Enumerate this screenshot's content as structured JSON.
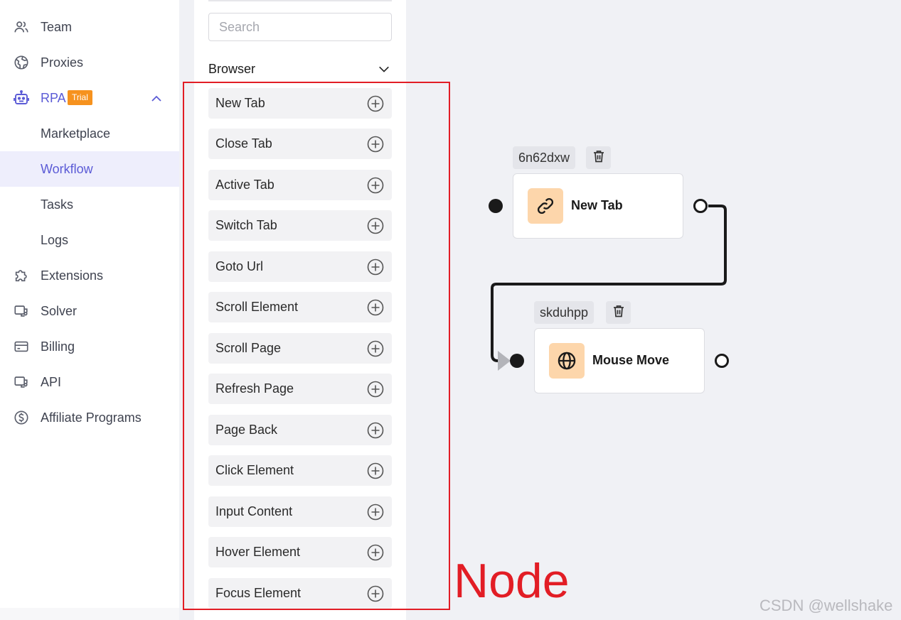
{
  "sidebar": {
    "items": [
      {
        "label": "Team",
        "icon": "users-icon"
      },
      {
        "label": "Proxies",
        "icon": "globe-icon"
      },
      {
        "label": "RPA",
        "icon": "robot-icon",
        "badge": "Trial"
      },
      {
        "label": "Marketplace"
      },
      {
        "label": "Workflow"
      },
      {
        "label": "Tasks"
      },
      {
        "label": "Logs"
      },
      {
        "label": "Extensions",
        "icon": "puzzle-icon"
      },
      {
        "label": "Solver",
        "icon": "api-icon"
      },
      {
        "label": "Billing",
        "icon": "card-icon"
      },
      {
        "label": "API",
        "icon": "api-icon"
      },
      {
        "label": "Affiliate Programs",
        "icon": "dollar-icon"
      }
    ]
  },
  "panel": {
    "search_placeholder": "Search",
    "section_title": "Browser",
    "nodes": [
      "New Tab",
      "Close Tab",
      "Active Tab",
      "Switch Tab",
      "Goto Url",
      "Scroll Element",
      "Scroll Page",
      "Refresh Page",
      "Page Back",
      "Click Element",
      "Input Content",
      "Hover Element",
      "Focus Element"
    ]
  },
  "annotation": {
    "label": "Node",
    "color": "#e21d25"
  },
  "canvas": {
    "nodes": [
      {
        "id": "6n62dxw",
        "name": "New Tab",
        "icon": "link-icon"
      },
      {
        "id": "skduhpp",
        "name": "Mouse Move",
        "icon": "globe-icon"
      }
    ]
  },
  "watermark": "CSDN @wellshake",
  "colors": {
    "accent": "#5b5bd6",
    "trial_badge": "#f6921e",
    "node_icon_bg": "#fdd6ab"
  }
}
